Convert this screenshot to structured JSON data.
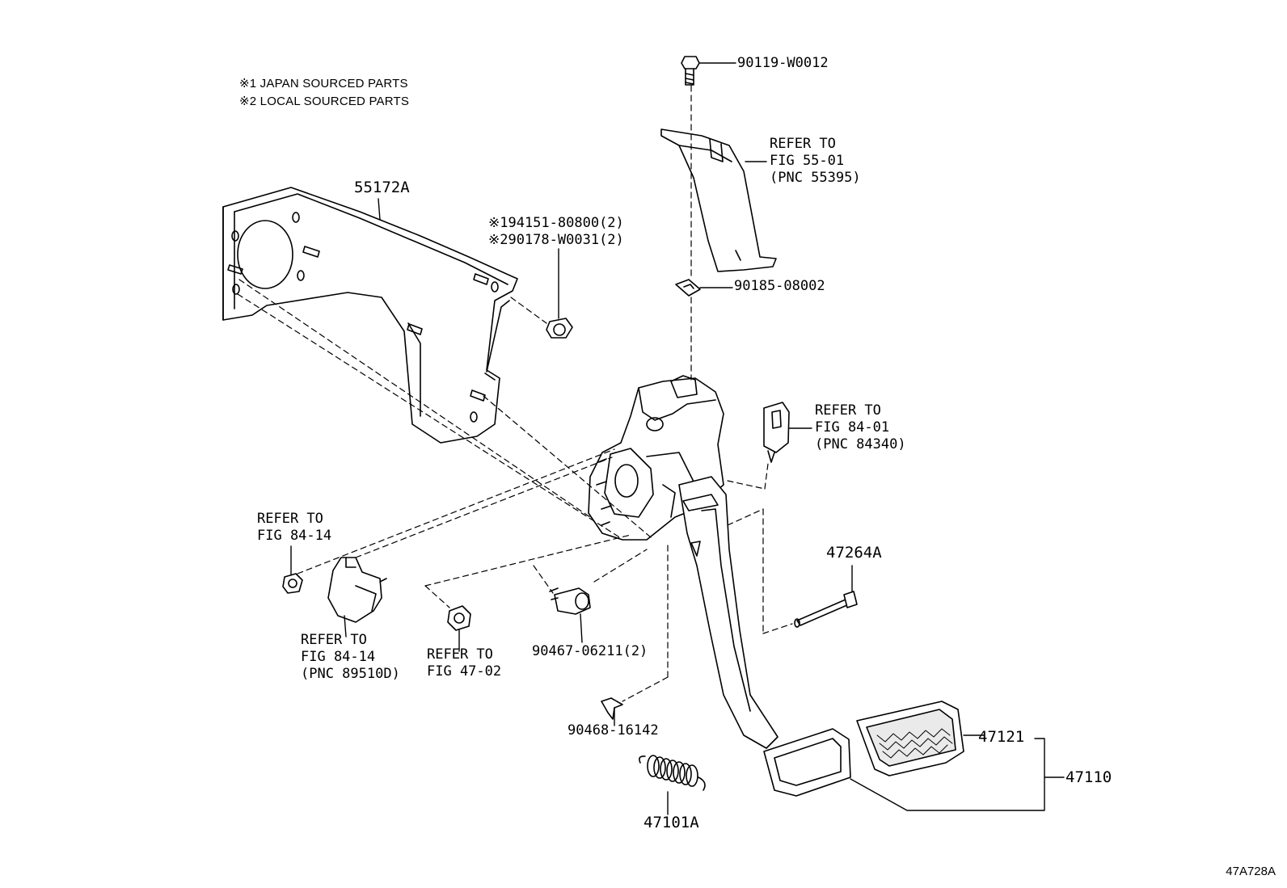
{
  "notes": [
    "※1 JAPAN SOURCED PARTS",
    "※2 LOCAL SOURCED PARTS"
  ],
  "parts": {
    "bolt_top": "90119-W0012",
    "bracket_refer": [
      "REFER TO",
      "FIG 55-01",
      "(PNC 55395)"
    ],
    "clip_top": "90185-08002",
    "support": "55172A",
    "nut_alt": [
      "※194151-80800(2)",
      "※290178-W0031(2)"
    ],
    "switch_refer": [
      "REFER TO",
      "FIG 84-01",
      "(PNC 84340)"
    ],
    "pin": "47264A",
    "nut_left_refer": [
      "REFER TO",
      "FIG 84-14"
    ],
    "sensor_refer": [
      "REFER TO",
      "FIG 84-14",
      "(PNC 89510D)"
    ],
    "nut_mid_refer": [
      "REFER TO",
      "FIG 47-02"
    ],
    "cushion": "90467-06211(2)",
    "clip_bottom": "90468-16142",
    "spring": "47101A",
    "pad": "47121",
    "pedal_assy": "47110"
  },
  "figure_code": "47A728A"
}
